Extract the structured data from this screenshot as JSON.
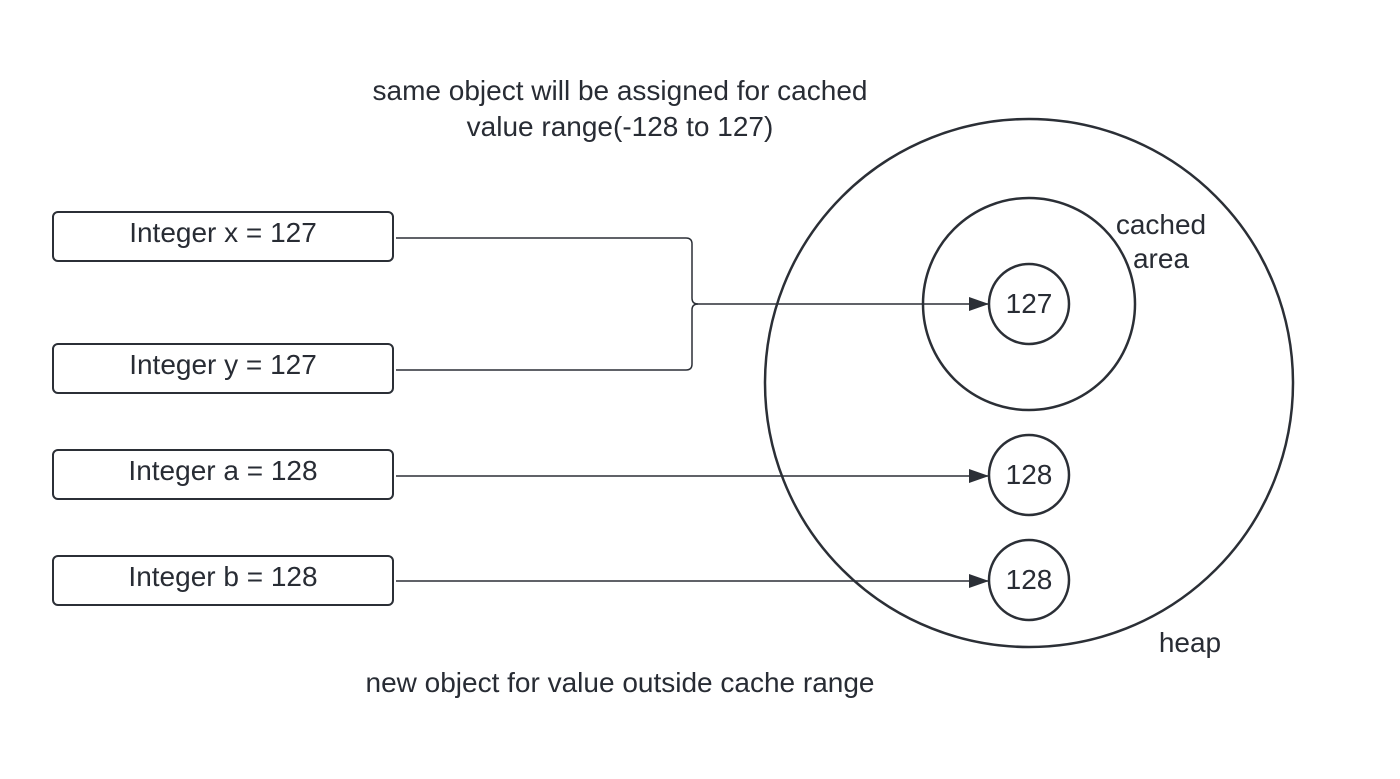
{
  "captions": {
    "top_line1": "same object will be assigned for cached",
    "top_line2": "value range(-128 to 127)",
    "bottom": "new object for value outside cache range"
  },
  "variables": [
    {
      "label": "Integer x = 127"
    },
    {
      "label": "Integer y = 127"
    },
    {
      "label": "Integer a = 128"
    },
    {
      "label": "Integer b = 128"
    }
  ],
  "heap": {
    "label": "heap",
    "cached_area_label_line1": "cached",
    "cached_area_label_line2": "area",
    "objects": [
      {
        "value": "127"
      },
      {
        "value": "128"
      },
      {
        "value": "128"
      }
    ]
  },
  "colors": {
    "stroke": "#2b2f36",
    "text": "#282c34"
  }
}
